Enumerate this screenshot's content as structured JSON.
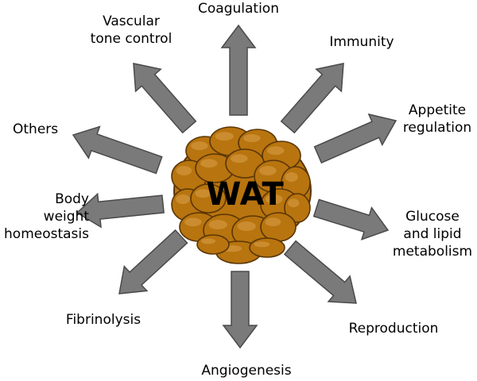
{
  "center": {
    "label": "WAT",
    "fill": "#b8740e",
    "outline": "#5a3606"
  },
  "arrow_color": "#7a7a7a",
  "arrow_outline": "#4a4a4a",
  "functions": [
    {
      "id": "coagulation",
      "label": "Coagulation"
    },
    {
      "id": "immunity",
      "label": "Immunity"
    },
    {
      "id": "appetite",
      "label": "Appetite\nregulation"
    },
    {
      "id": "glucose",
      "label": "Glucose\nand lipid\nmetabolism"
    },
    {
      "id": "reproduction",
      "label": "Reproduction"
    },
    {
      "id": "angiogenesis",
      "label": "Angiogenesis"
    },
    {
      "id": "fibrinolysis",
      "label": "Fibrinolysis"
    },
    {
      "id": "body-weight",
      "label": "Body\nweight\nhomeostasis"
    },
    {
      "id": "others",
      "label": "Others"
    },
    {
      "id": "vascular",
      "label": "Vascular\ntone control"
    }
  ]
}
